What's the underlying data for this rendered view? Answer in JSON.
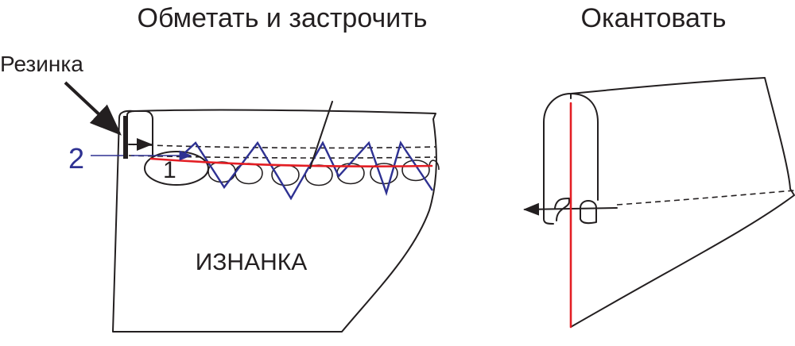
{
  "titles": {
    "left": "Обметать и застрочить",
    "right": "Окантовать"
  },
  "labels": {
    "elastic": "Резинка",
    "step2": "2",
    "step1": "1",
    "wrong_side": "ИЗНАНКА"
  },
  "colors": {
    "outline": "#231f20",
    "zigzag": "#2e3192",
    "stitch_red": "#e31e24"
  }
}
